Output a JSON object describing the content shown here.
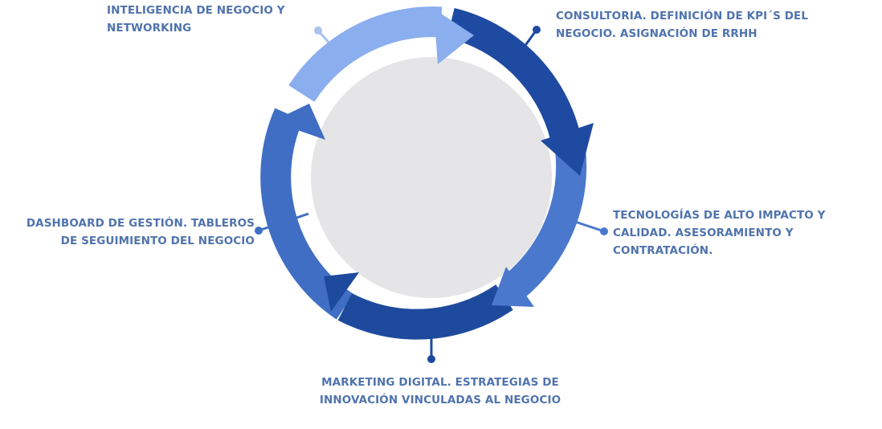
{
  "diagram": {
    "steps": [
      {
        "id": "top-left",
        "lines": [
          "INTELIGENCIA DE NEGOCIO Y",
          "NETWORKING"
        ]
      },
      {
        "id": "top-right",
        "lines": [
          "CONSULTORIA. DEFINICIÓN DE KPI´S DEL",
          "NEGOCIO. ASIGNACIÓN DE RRHH"
        ]
      },
      {
        "id": "right",
        "lines": [
          "TECNOLOGÍAS DE ALTO IMPACTO Y",
          "CALIDAD. ASESORAMIENTO Y",
          "CONTRATACIÓN."
        ]
      },
      {
        "id": "bottom",
        "lines": [
          "MARKETING DIGITAL. ESTRATEGIAS DE",
          "INNOVACIÓN VINCULADAS AL NEGOCIO"
        ]
      },
      {
        "id": "left",
        "lines": [
          "DASHBOARD DE GESTIÓN. TABLEROS",
          "DE SEGUIMIENTO DEL NEGOCIO"
        ]
      }
    ]
  },
  "colors": {
    "label_text": "#4f73ad",
    "inner_disc": "#e5e5e7",
    "segment_top_left": "#8aaeee",
    "segment_top_right": "#1f4aa2",
    "segment_right": "#4a78cc",
    "segment_bottom": "#1e4a9e",
    "segment_left": "#3f6ec4",
    "connector_light": "#a9c2ee",
    "connector_dark": "#1f4aa2",
    "connector_mid": "#4a78cc"
  }
}
